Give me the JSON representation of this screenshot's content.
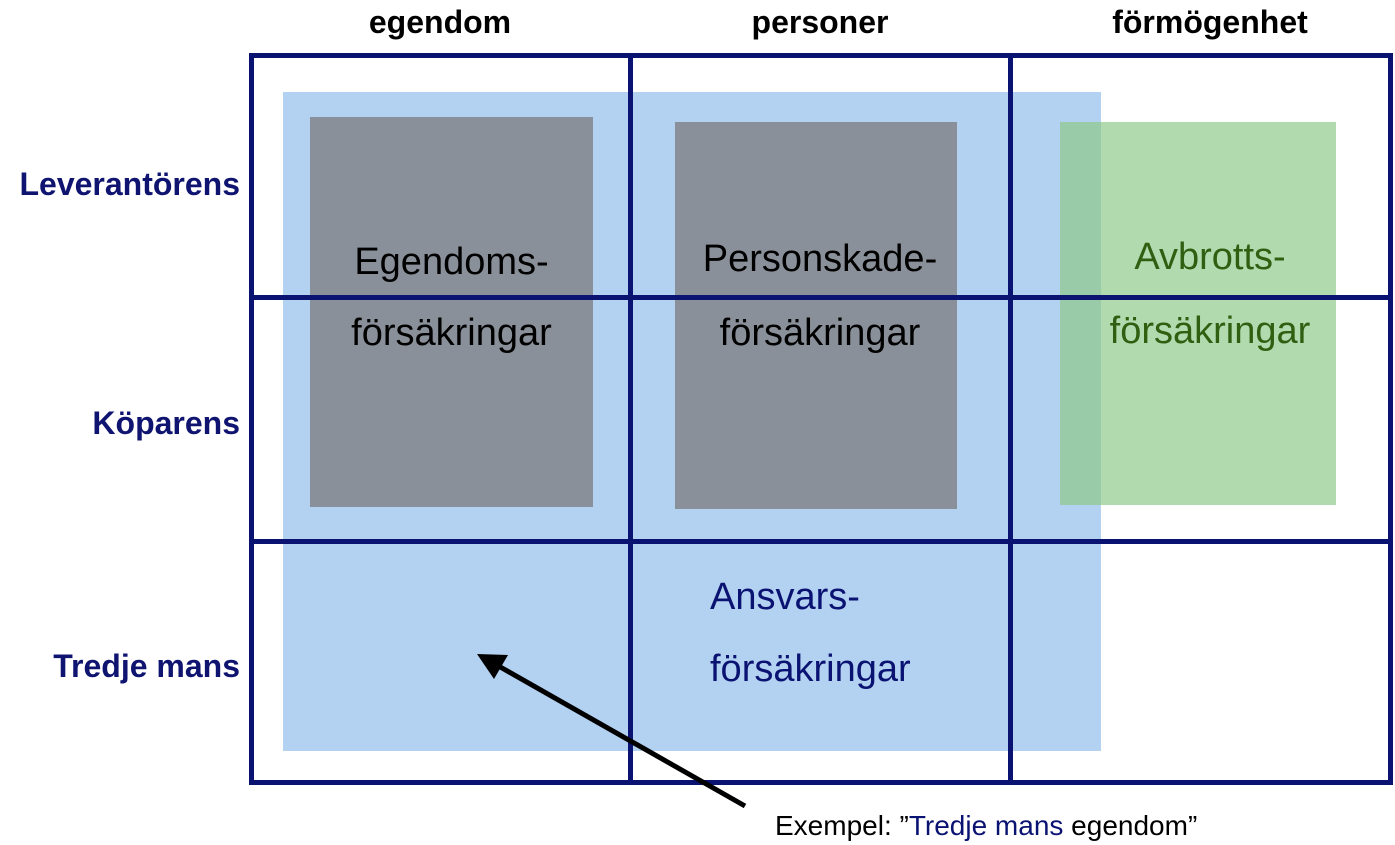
{
  "columns": [
    "egendom",
    "personer",
    "förmögenhet"
  ],
  "rows": [
    "Leverantörens",
    "Köparens",
    "Tredje mans"
  ],
  "boxes": {
    "egendom": {
      "line1": "Egendoms-",
      "line2": "försäkringar"
    },
    "person": {
      "line1": "Personskade-",
      "line2": "försäkringar"
    },
    "avbrott": {
      "line1": "Avbrotts-",
      "line2": "försäkringar"
    },
    "ansvar": {
      "line1": "Ansvars-",
      "line2": "försäkringar"
    }
  },
  "caption": {
    "prefix": "Exempel: ”",
    "highlight": "Tredje mans",
    "suffix": " egendom”"
  },
  "colors": {
    "grid": "#0a1272",
    "ansvar_fill": "#b3d1f0",
    "grey_fill": "#8a9099",
    "green_fill": "#9fd19a",
    "row_label": "#0f1470",
    "avbrott_text": "#2f5f10",
    "ansvar_text": "#0a1272"
  }
}
